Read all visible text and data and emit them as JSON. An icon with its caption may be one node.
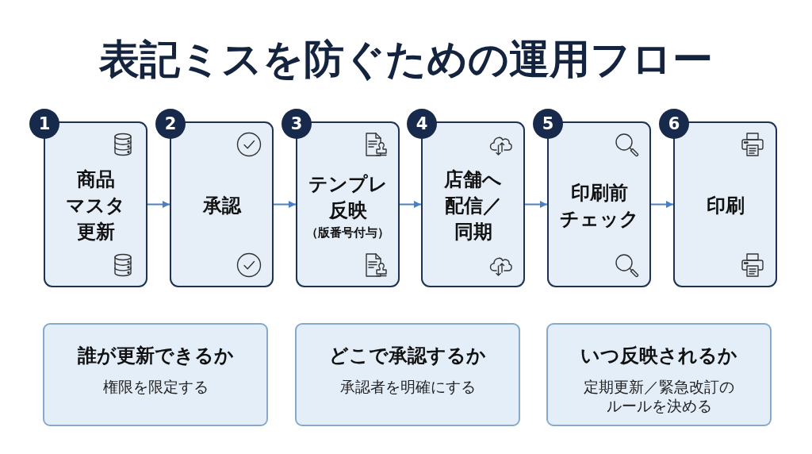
{
  "diagram": {
    "title": "表記ミスを防ぐための運用フロー",
    "nodes": [
      {
        "text": [
          "1",
          "商品マスタ更新"
        ]
      },
      {
        "text": [
          "2",
          "承認"
        ]
      },
      {
        "text": [
          "3",
          "テンプレ反映",
          "（版番号付与）"
        ]
      },
      {
        "text": [
          "4",
          "店舗へ配信／同期"
        ]
      },
      {
        "text": [
          "5",
          "印刷前チェック"
        ]
      },
      {
        "text": [
          "6",
          "印刷"
        ]
      },
      {
        "text": [
          "誰が更新できるか",
          "権限を限定する"
        ]
      },
      {
        "text": [
          "どこで承認するか",
          "承認者を明確にする"
        ]
      },
      {
        "text": [
          "いつ反映されるか",
          "定期更新／緊急改訂のルールを決める"
        ]
      }
    ],
    "edges": [
      {
        "from": 0,
        "to": 1,
        "arrow": "to"
      },
      {
        "from": 1,
        "to": 2,
        "arrow": "to"
      },
      {
        "from": 2,
        "to": 3,
        "arrow": "to"
      },
      {
        "from": 3,
        "to": 4,
        "arrow": "to"
      },
      {
        "from": 4,
        "to": 5,
        "arrow": "to"
      }
    ]
  }
}
